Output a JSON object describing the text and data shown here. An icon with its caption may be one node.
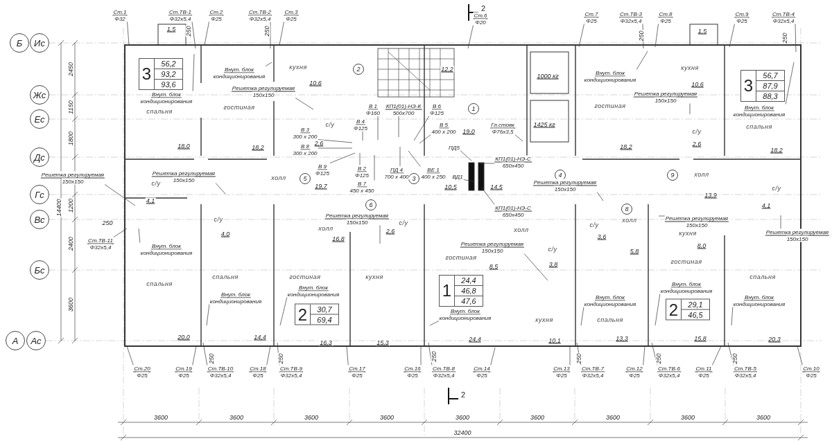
{
  "diagram": {
    "nodes": [
      {
        "text": [
          "Ст.1",
          "Φ32"
        ]
      },
      {
        "text": [
          "Ст.ТВ-1",
          "Φ32x5,4"
        ]
      },
      {
        "text": [
          "Ст.2",
          "Φ25"
        ]
      },
      {
        "text": [
          "Ст.ТВ-2",
          "Φ32x5,4"
        ]
      },
      {
        "text": [
          "Ст.3",
          "Φ25"
        ]
      },
      {
        "text": [
          "Ст.6",
          "Φ20"
        ]
      },
      {
        "text": [
          "Ст.7",
          "Φ25"
        ]
      },
      {
        "text": [
          "Ст.ТВ-3",
          "Φ32x5,4"
        ]
      },
      {
        "text": [
          "Ст.8",
          "Φ25"
        ]
      },
      {
        "text": [
          "Ст.9",
          "Φ25"
        ]
      },
      {
        "text": [
          "Ст.ТВ-4",
          "Φ32x5,4"
        ]
      },
      {
        "text": [
          "Б"
        ]
      },
      {
        "text": [
          "Ис"
        ]
      },
      {
        "text": [
          "Жс"
        ]
      },
      {
        "text": [
          "Ес"
        ]
      },
      {
        "text": [
          "Дс"
        ]
      },
      {
        "text": [
          "Гс"
        ]
      },
      {
        "text": [
          "Вс"
        ]
      },
      {
        "text": [
          "Бс"
        ]
      },
      {
        "text": [
          "А"
        ]
      },
      {
        "text": [
          "Ас"
        ]
      },
      {
        "text": [
          "3",
          "56,2",
          "93,2",
          "93,6"
        ]
      },
      {
        "text": [
          "3",
          "56,7",
          "87,9",
          "88,3"
        ]
      },
      {
        "text": [
          "2",
          "30,7",
          "69,4"
        ]
      },
      {
        "text": [
          "1",
          "24,4",
          "46,8",
          "47,6"
        ]
      },
      {
        "text": [
          "2",
          "29,1",
          "46,5"
        ]
      },
      {
        "text": [
          "1"
        ]
      },
      {
        "text": [
          "2"
        ]
      },
      {
        "text": [
          "3"
        ]
      },
      {
        "text": [
          "4"
        ]
      },
      {
        "text": [
          "5"
        ]
      },
      {
        "text": [
          "6"
        ]
      },
      {
        "text": [
          "8"
        ]
      },
      {
        "text": [
          "9"
        ]
      },
      {
        "text": [
          "В 1",
          "Φ160"
        ]
      },
      {
        "text": [
          "КП1(01)-НЭ-К",
          "500x700"
        ]
      },
      {
        "text": [
          "В 6",
          "Φ125"
        ]
      },
      {
        "text": [
          "В 5",
          "400 x 200"
        ]
      },
      {
        "text": [
          "В 4",
          "Φ125"
        ]
      },
      {
        "text": [
          "В 3",
          "300 x 200"
        ]
      },
      {
        "text": [
          "В 8",
          "300 x 200"
        ]
      },
      {
        "text": [
          "В 9",
          "Φ125"
        ]
      },
      {
        "text": [
          "В 2",
          "Φ125"
        ]
      },
      {
        "text": [
          "В 7",
          "450 x 450"
        ]
      },
      {
        "text": [
          "ПД 4",
          "700 x 400"
        ]
      },
      {
        "text": [
          "ВЕ 1",
          "400 x 250"
        ]
      },
      {
        "text": [
          "Гл.стояк",
          "Φ76x3,5"
        ]
      },
      {
        "text": [
          "ПД5"
        ]
      },
      {
        "text": [
          "КП1(01)-НЭ-С",
          "650x450"
        ]
      },
      {
        "text": [
          "ВД1"
        ]
      },
      {
        "text": [
          "КП1(01)-НЭ-С",
          "650x450"
        ]
      },
      {
        "text": [
          "Решетка регулируемая",
          "150x150"
        ]
      },
      {
        "text": [
          "Решетка регулируемая",
          "150x150"
        ]
      },
      {
        "text": [
          "Решетка регулируемая",
          "150x150"
        ]
      },
      {
        "text": [
          "Решетка регулируемая",
          "150x150"
        ]
      },
      {
        "text": [
          "Решетка регулируемая",
          "150x150"
        ]
      },
      {
        "text": [
          "Решетка регулируемая",
          "150x150"
        ]
      },
      {
        "text": [
          "Решетка регулируемая",
          "150x150"
        ]
      },
      {
        "text": [
          "Решетка регулируемая",
          "150x150"
        ]
      },
      {
        "text": [
          "Решетка регулируемая",
          "150x150"
        ]
      },
      {
        "text": [
          "Внут. блок",
          "кондиционирования"
        ]
      },
      {
        "text": [
          "Внут. блок",
          "кондиционирования"
        ]
      },
      {
        "text": [
          "Внут. блок",
          "кондиционирования"
        ]
      },
      {
        "text": [
          "Внут. блок",
          "кондиционирования"
        ]
      },
      {
        "text": [
          "Внут. блок",
          "кондиционирования"
        ]
      },
      {
        "text": [
          "Внут. блок",
          "кондиционирования"
        ]
      },
      {
        "text": [
          "Внут. блок",
          "кондиционирования"
        ]
      },
      {
        "text": [
          "Внут. блок",
          "кондиционирования"
        ]
      },
      {
        "text": [
          "Внут. блок",
          "кондиционирования"
        ]
      },
      {
        "text": [
          "Внут. блок",
          "кондиционирования"
        ]
      },
      {
        "text": [
          "Внут. блок",
          "кондиционирования"
        ]
      },
      {
        "text": [
          "Ст.ТВ-11",
          "Φ32x5,4"
        ]
      },
      {
        "text": [
          "Ст.20",
          "Φ25"
        ]
      },
      {
        "text": [
          "Ст.19",
          "Φ25"
        ]
      },
      {
        "text": [
          "Ст.ТВ-10",
          "Φ32x5,4"
        ]
      },
      {
        "text": [
          "Ст.18",
          "Φ25"
        ]
      },
      {
        "text": [
          "Ст.ТВ-9",
          "Φ32x5,4"
        ]
      },
      {
        "text": [
          "Ст.17",
          "Φ25"
        ]
      },
      {
        "text": [
          "Ст.16",
          "Φ25"
        ]
      },
      {
        "text": [
          "Ст.ТВ-8",
          "Φ32x5,4"
        ]
      },
      {
        "text": [
          "Ст.14",
          "Φ25"
        ]
      },
      {
        "text": [
          "Ст.13",
          "Φ25"
        ]
      },
      {
        "text": [
          "Ст.ТВ-7",
          "Φ32x5,4"
        ]
      },
      {
        "text": [
          "Ст.12",
          "Φ25"
        ]
      },
      {
        "text": [
          "Ст.ТВ-6",
          "Φ32x5,4"
        ]
      },
      {
        "text": [
          "Ст.11",
          "Φ25"
        ]
      },
      {
        "text": [
          "Ст.ТВ-5",
          "Φ32x5,4"
        ]
      },
      {
        "text": [
          "Ст.10",
          "Φ25"
        ]
      }
    ],
    "edges": [
      {
        "from": 0,
        "to": null,
        "arrow": "none"
      },
      {
        "from": 1,
        "to": null,
        "arrow": "none"
      },
      {
        "from": 2,
        "to": null,
        "arrow": "none"
      },
      {
        "from": 3,
        "to": null,
        "arrow": "none"
      },
      {
        "from": 4,
        "to": null,
        "arrow": "none"
      },
      {
        "from": 5,
        "to": null,
        "arrow": "none"
      },
      {
        "from": 6,
        "to": null,
        "arrow": "none"
      },
      {
        "from": 7,
        "to": null,
        "arrow": "none"
      },
      {
        "from": 8,
        "to": null,
        "arrow": "none"
      },
      {
        "from": 9,
        "to": null,
        "arrow": "none"
      },
      {
        "from": 10,
        "to": null,
        "arrow": "none"
      },
      {
        "from": 34,
        "to": null,
        "arrow": "none"
      },
      {
        "from": 35,
        "to": null,
        "arrow": "none"
      },
      {
        "from": 36,
        "to": null,
        "arrow": "none"
      },
      {
        "from": 37,
        "to": null,
        "arrow": "none"
      },
      {
        "from": 38,
        "to": null,
        "arrow": "none"
      },
      {
        "from": 39,
        "to": null,
        "arrow": "none"
      },
      {
        "from": 40,
        "to": null,
        "arrow": "none"
      },
      {
        "from": 41,
        "to": null,
        "arrow": "none"
      },
      {
        "from": 42,
        "to": null,
        "arrow": "none"
      },
      {
        "from": 43,
        "to": null,
        "arrow": "none"
      },
      {
        "from": 44,
        "to": null,
        "arrow": "none"
      },
      {
        "from": 45,
        "to": null,
        "arrow": "none"
      },
      {
        "from": 46,
        "to": null,
        "arrow": "none"
      },
      {
        "from": 47,
        "to": null,
        "arrow": "none"
      },
      {
        "from": 48,
        "to": null,
        "arrow": "none"
      },
      {
        "from": 49,
        "to": null,
        "arrow": "none"
      },
      {
        "from": 50,
        "to": null,
        "arrow": "none"
      },
      {
        "from": 51,
        "to": null,
        "arrow": "none"
      },
      {
        "from": 52,
        "to": null,
        "arrow": "none"
      },
      {
        "from": 53,
        "to": null,
        "arrow": "none"
      },
      {
        "from": 54,
        "to": null,
        "arrow": "none"
      },
      {
        "from": 55,
        "to": null,
        "arrow": "none"
      },
      {
        "from": 56,
        "to": null,
        "arrow": "none"
      },
      {
        "from": 57,
        "to": null,
        "arrow": "none"
      },
      {
        "from": 58,
        "to": null,
        "arrow": "none"
      },
      {
        "from": 59,
        "to": null,
        "arrow": "none"
      },
      {
        "from": 60,
        "to": null,
        "arrow": "none"
      },
      {
        "from": 61,
        "to": null,
        "arrow": "none"
      },
      {
        "from": 62,
        "to": null,
        "arrow": "none"
      },
      {
        "from": 63,
        "to": null,
        "arrow": "none"
      },
      {
        "from": 64,
        "to": null,
        "arrow": "none"
      },
      {
        "from": 65,
        "to": null,
        "arrow": "none"
      },
      {
        "from": 66,
        "to": null,
        "arrow": "none"
      },
      {
        "from": 67,
        "to": null,
        "arrow": "none"
      },
      {
        "from": 68,
        "to": null,
        "arrow": "none"
      },
      {
        "from": 69,
        "to": null,
        "arrow": "none"
      },
      {
        "from": 70,
        "to": null,
        "arrow": "none"
      },
      {
        "from": 71,
        "to": null,
        "arrow": "none"
      },
      {
        "from": 72,
        "to": null,
        "arrow": "none"
      },
      {
        "from": 73,
        "to": null,
        "arrow": "none"
      },
      {
        "from": 74,
        "to": null,
        "arrow": "none"
      },
      {
        "from": 75,
        "to": null,
        "arrow": "none"
      },
      {
        "from": 76,
        "to": null,
        "arrow": "none"
      },
      {
        "from": 77,
        "to": null,
        "arrow": "none"
      },
      {
        "from": 78,
        "to": null,
        "arrow": "none"
      },
      {
        "from": 79,
        "to": null,
        "arrow": "none"
      },
      {
        "from": 80,
        "to": null,
        "arrow": "none"
      },
      {
        "from": 81,
        "to": null,
        "arrow": "none"
      },
      {
        "from": 82,
        "to": null,
        "arrow": "none"
      },
      {
        "from": 83,
        "to": null,
        "arrow": "none"
      },
      {
        "from": 84,
        "to": null,
        "arrow": "none"
      },
      {
        "from": 85,
        "to": null,
        "arrow": "none"
      },
      {
        "from": 86,
        "to": null,
        "arrow": "none"
      },
      {
        "from": 87,
        "to": null,
        "arrow": "none"
      }
    ],
    "labels": [
      "2",
      "1,5",
      "250",
      "250",
      "250",
      "1,5",
      "250",
      "2450",
      "кухня",
      "12,2",
      "1000 кг",
      "кухня",
      "10,6",
      "10,6",
      "1150",
      "спальня",
      "гостиная",
      "гостиная",
      "с/у",
      "19,0",
      "1425 кг",
      "с/у",
      "спальня",
      "1800",
      "18,0",
      "18,2",
      "2,6",
      "18,2",
      "2,6",
      "18,2",
      "с/у",
      "холл",
      "19,7",
      "10,5",
      "14,5",
      "холл",
      "с/у",
      "14400",
      "1200",
      "4,1",
      "13,9",
      "4,1",
      "250",
      "с/у",
      "с/у",
      "с/у",
      "холл",
      "4,0",
      "холл",
      "16,8",
      "2,6",
      "холл",
      "3,6",
      "кухня",
      "2400",
      "с/у",
      "5,8",
      "8,0",
      "гостиная",
      "8,5",
      "3,8",
      "гостиная",
      "спальня",
      "спальня",
      "гостиная",
      "кухня",
      "спальня",
      "3600",
      "кухня",
      "спальня",
      "20,0",
      "14,4",
      "16,3",
      "15,3",
      "24,4",
      "10,1",
      "13,3",
      "15,8",
      "20,3",
      "250",
      "250",
      "250",
      "250",
      "250",
      "250",
      "2",
      "3600",
      "3600",
      "3600",
      "3600",
      "3600",
      "3600",
      "3600",
      "3600",
      "3600",
      "32400"
    ]
  }
}
